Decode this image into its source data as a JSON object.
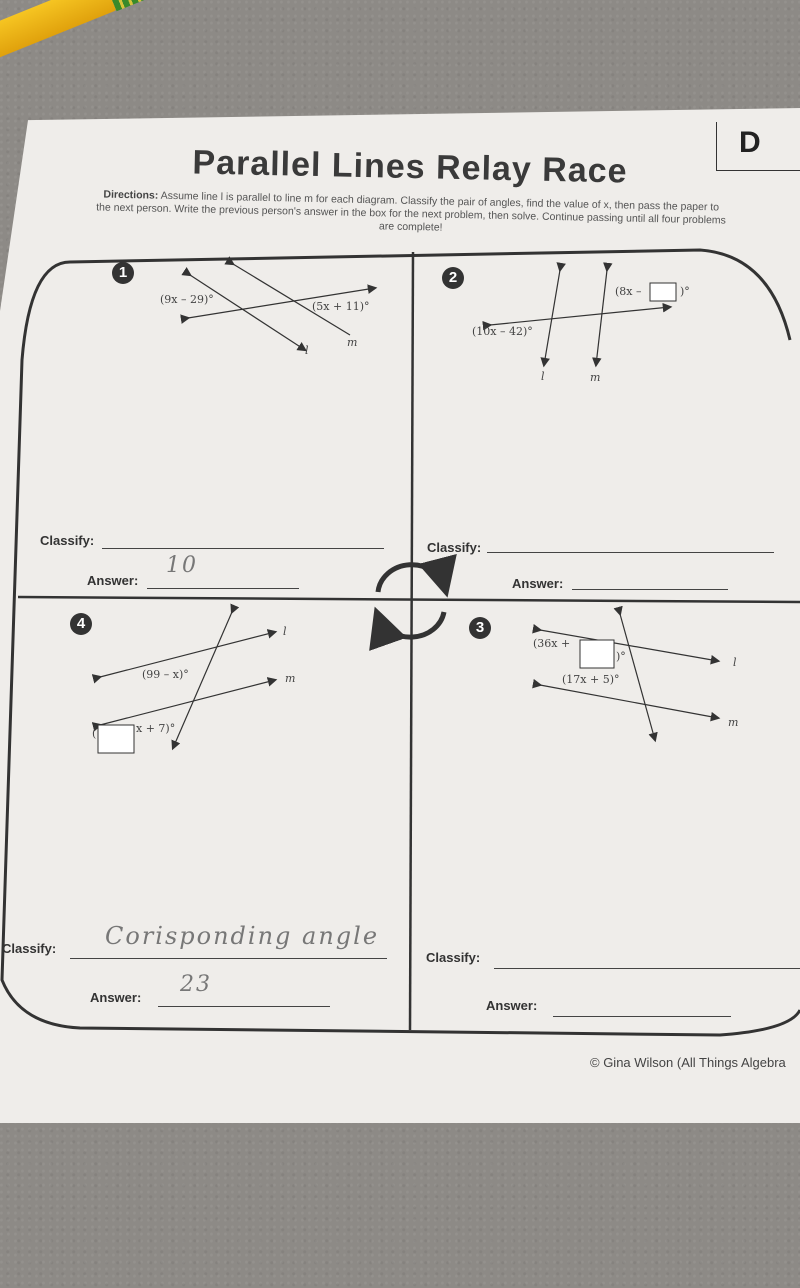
{
  "header": {
    "version_letter": "D",
    "title": "Parallel Lines Relay Race"
  },
  "directions": {
    "label": "Directions:",
    "text": "Assume line l is parallel to line m for each diagram. Classify the pair of angles, find the value of x, then pass the paper to the next person. Write the previous person's answer in the box for the next problem, then solve. Continue passing until all four problems are complete!"
  },
  "problems": [
    {
      "number": "1",
      "expr_a": "(9x – 29)°",
      "expr_b": "(5x + 11)°",
      "line_l": "l",
      "line_m": "m",
      "classify_label": "Classify:",
      "classify_value": "",
      "answer_label": "Answer:",
      "answer_value": "10"
    },
    {
      "number": "2",
      "expr_a": "(8x –",
      "expr_a_end": ")°",
      "expr_b": "(10x – 42)°",
      "line_l": "l",
      "line_m": "m",
      "classify_label": "Classify:",
      "classify_value": "",
      "answer_label": "Answer:",
      "answer_value": ""
    },
    {
      "number": "3",
      "expr_a": "(36x +",
      "expr_a_end": ")°",
      "expr_b": "(17x + 5)°",
      "line_l": "l",
      "line_m": "m",
      "classify_label": "Classify:",
      "classify_value": "",
      "answer_label": "Answer:",
      "answer_value": ""
    },
    {
      "number": "4",
      "expr_a": "(99 – x)°",
      "expr_b": "x + 7)°",
      "line_l": "l",
      "line_m": "m",
      "classify_label": "Classify:",
      "classify_value": "Corisponding angle",
      "answer_label": "Answer:",
      "answer_value": "23"
    }
  ],
  "copyright": "© Gina Wilson (All Things Algebra"
}
